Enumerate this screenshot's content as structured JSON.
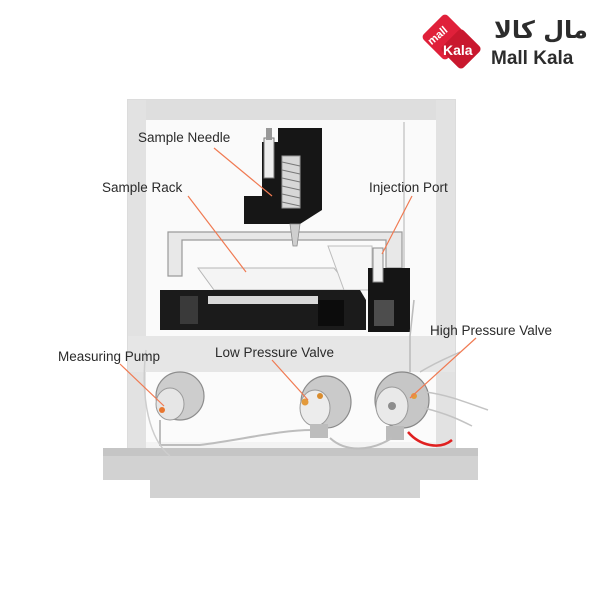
{
  "logo": {
    "arabic_text": "مال کالا",
    "english_text": "Mall Kala",
    "badge_text_top": "mall",
    "badge_text_bottom": "Kala",
    "brand_color": "#e0203a"
  },
  "labels": {
    "sample_needle": "Sample Needle",
    "sample_rack": "Sample Rack",
    "injection_port": "Injection Port",
    "high_pressure_valve": "High Pressure Valve",
    "measuring_pump": "Measuring Pump",
    "low_pressure_valve": "Low Pressure Valve"
  },
  "colors": {
    "leader_line": "#f07a52",
    "frame_gray": "#d9d9d9",
    "machine_dark": "#1e1e1e",
    "tubing": "#bfbfbf",
    "red_wire": "#e02020"
  }
}
